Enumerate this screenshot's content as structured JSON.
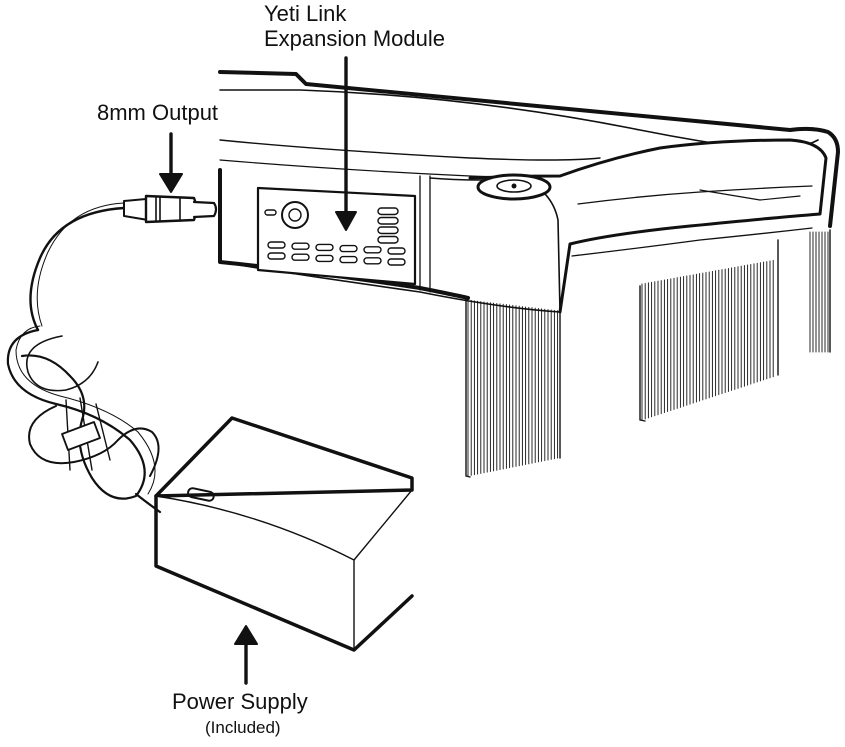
{
  "labels": {
    "yeti_link_line1": "Yeti Link",
    "yeti_link_line2": "Expansion Module",
    "output": "8mm Output",
    "power_supply_line1": "Power Supply",
    "power_supply_line2": "(Included)"
  },
  "colors": {
    "line": "#111111",
    "fill": "#ffffff",
    "background": "#ffffff"
  },
  "icons": {
    "arrow": "arrow-icon",
    "dc-plug": "dc-plug-icon",
    "power-brick": "power-brick-icon",
    "led": "led-indicator-icon"
  }
}
